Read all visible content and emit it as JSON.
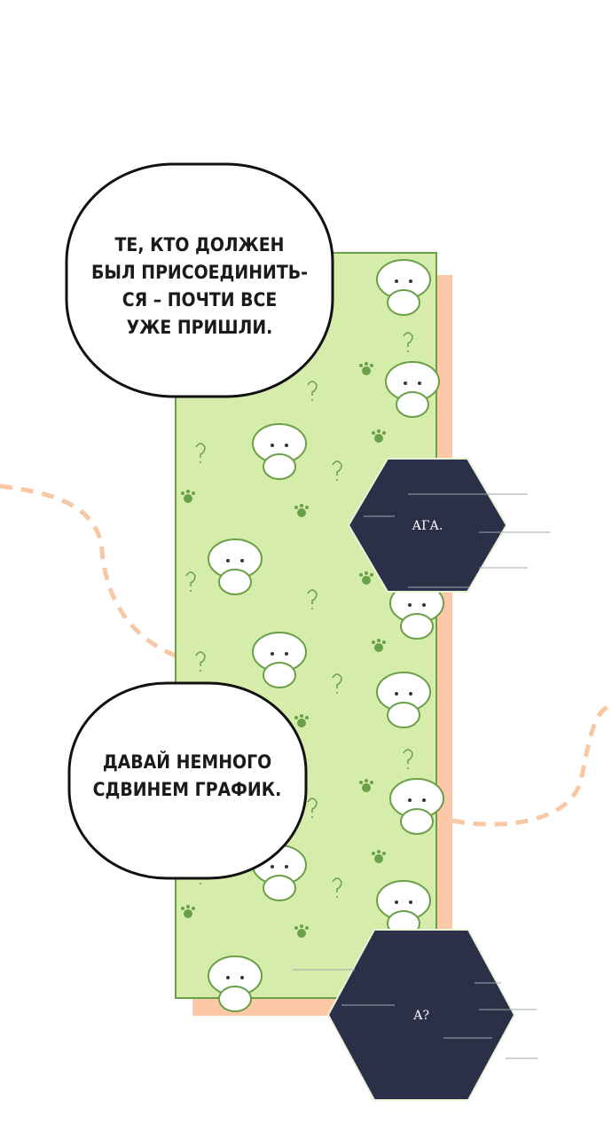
{
  "bubbles": [
    {
      "lines": [
        "ТЕ, КТО ДОЛЖЕН",
        "БЫЛ ПРИСОЕДИНИТЬ-",
        "СЯ – ПОЧТИ ВСЕ",
        "УЖЕ ПРИШЛИ."
      ]
    },
    {
      "lines": [
        "ДАВАЙ НЕМНОГО",
        "СДВИНЕМ ГРАФИК."
      ]
    }
  ],
  "hexagons": [
    {
      "text": "АГА."
    },
    {
      "text": "А?"
    }
  ],
  "colors": {
    "panel_green": "#d5ecaa",
    "panel_border": "#6aa048",
    "shadow_peach": "#fcc8a8",
    "hex_navy": "#2b3048",
    "dash_peach": "#f8c7a3"
  }
}
